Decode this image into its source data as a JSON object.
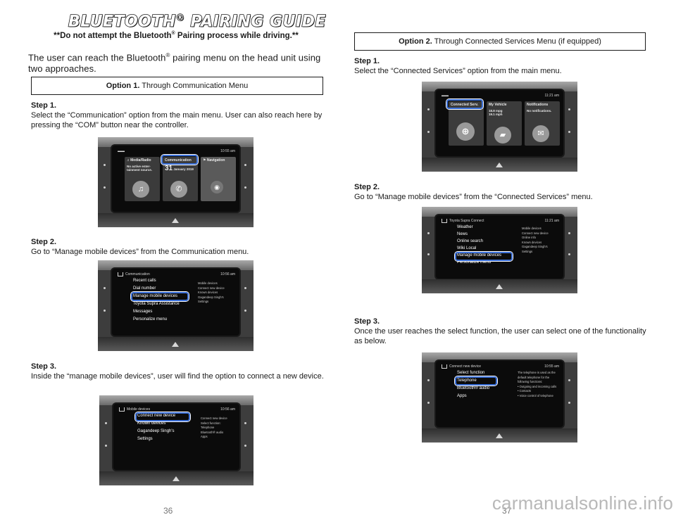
{
  "header": {
    "title": "BLUETOOTH",
    "title_reg": "®",
    "title_suffix": " PAIRING GUIDE"
  },
  "warning": {
    "prefix": "**Do not attempt the Bluetooth",
    "reg": "®",
    "suffix": " Pairing process while driving.**"
  },
  "intro": {
    "prefix": "The user can reach the Bluetooth",
    "reg": "®",
    "suffix": " pairing menu on the head unit using two approaches."
  },
  "option1": {
    "label": "Option 1.",
    "text": " Through Communication Menu",
    "steps": [
      {
        "label": "Step 1.",
        "text": "Select the “Communication” option from the main menu. User can also reach here by pressing the “COM” button near the controller."
      },
      {
        "label": "Step 2.",
        "text": "Go to “Manage mobile devices” from the Communication menu."
      },
      {
        "label": "Step 3.",
        "text": "Inside the “manage mobile devices”, user will find the option to connect a new device."
      }
    ]
  },
  "option2": {
    "label": "Option 2.",
    "text": " Through Connected Services Menu (if equipped)",
    "steps": [
      {
        "label": "Step 1.",
        "text": "Select the “Connected Services” option from the main menu."
      },
      {
        "label": "Step 2.",
        "text": "Go to “Manage mobile devices” from the “Connected Services” menu."
      },
      {
        "label": "Step 3.",
        "text": "Once the user reaches the select function, the user can select one of the functionality as below."
      }
    ]
  },
  "screen_main1": {
    "clock": "10:55 am",
    "tile1_title": "Media/Radio",
    "tile1_body": "No active enter-tainment source.",
    "tile2_title": "Communication",
    "tile2_day": "31",
    "tile2_date": "January 2019",
    "tile3_title": "Navigation"
  },
  "screen_comm": {
    "title": "Communication",
    "clock": "10:56 am",
    "items": [
      "Recent calls",
      "Dial number",
      "Manage mobile devices",
      "Toyota Supra Assistance",
      "Messages",
      "Personalize menu"
    ],
    "side": [
      "Mobile devices",
      "Connect new device",
      "Known devices",
      "Gagandeep Singh's",
      "Settings"
    ]
  },
  "screen_manage": {
    "title": "Mobile devices",
    "clock": "10:56 am",
    "items": [
      "Connect new device",
      "Known devices",
      "Gagandeep Singh's",
      "Settings"
    ],
    "side": [
      "Connect new device",
      "Select function:",
      "Telephone",
      "Bluetooth® audio",
      "Apps"
    ]
  },
  "screen_main2": {
    "clock": "11:21 am",
    "tile1_title": "Connected Serv.",
    "tile2_title": "My Vehicle",
    "tile2_line1": "18.8 mpg",
    "tile2_line2": "19.1 mph",
    "tile3_title": "Notifications",
    "tile3_body": "No notifications."
  },
  "screen_connected": {
    "title": "Toyota Supra Connect",
    "clock": "11:21 am",
    "items": [
      "Weather",
      "News",
      "Online search",
      "Wiki Local",
      "Manage mobile devices",
      "Personalize menu"
    ],
    "side": [
      "Mobile devices",
      "Connect new device",
      "Online info",
      "Known devices",
      "Gagandeep Singh's",
      "Settings"
    ]
  },
  "screen_select": {
    "title": "Connect new device",
    "clock": "10:55 am",
    "items": [
      "Select function",
      "Telephone",
      "Bluetooth® audio",
      "Apps"
    ],
    "side": [
      "The telephone is used as the",
      "default telephone for the",
      "following functions:",
      "• Outgoing and incoming calls",
      "• Contacts",
      "• Voice control of telephone"
    ]
  },
  "footer": {
    "page_left": "36",
    "page_right": "37",
    "watermark": "carmanualsonline.info"
  }
}
